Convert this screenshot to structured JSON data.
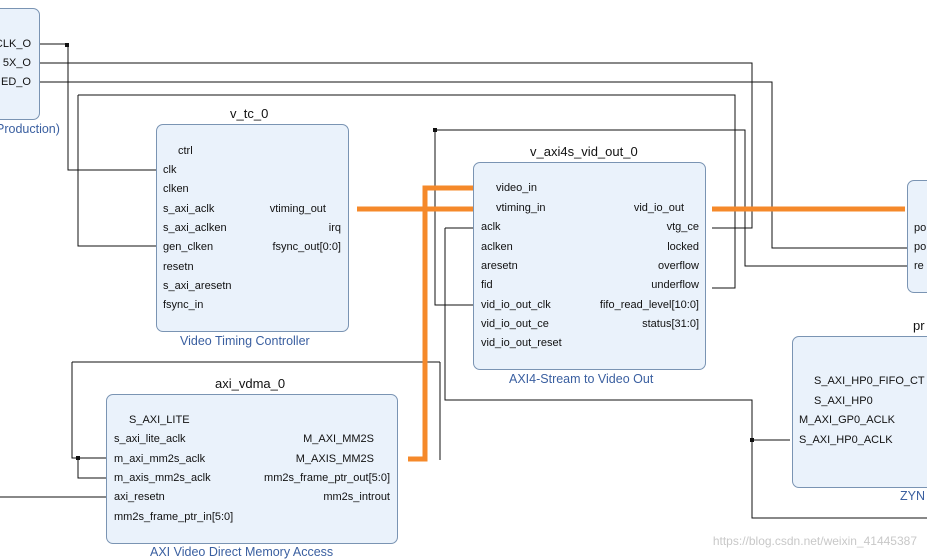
{
  "blocks": {
    "clk_left": {
      "pins": [
        "CLK_O",
        "5X_O",
        "ED_O"
      ],
      "sub": "Production)"
    },
    "v_tc": {
      "title": "v_tc_0",
      "subtitle": "Video Timing Controller",
      "left_pins": [
        "ctrl",
        "clk",
        "clken",
        "s_axi_aclk",
        "s_axi_aclken",
        "gen_clken",
        "resetn",
        "s_axi_aresetn",
        "fsync_in"
      ],
      "right_pins": [
        "vtiming_out",
        "irq",
        "fsync_out[0:0]"
      ]
    },
    "vid_out": {
      "title": "v_axi4s_vid_out_0",
      "subtitle": "AXI4-Stream to Video Out",
      "left_pins": [
        "video_in",
        "vtiming_in",
        "aclk",
        "aclken",
        "aresetn",
        "fid",
        "vid_io_out_clk",
        "vid_io_out_ce",
        "vid_io_out_reset"
      ],
      "right_pins": [
        "vid_io_out",
        "vtg_ce",
        "locked",
        "overflow",
        "underflow",
        "fifo_read_level[10:0]",
        "status[31:0]"
      ]
    },
    "vdma": {
      "title": "axi_vdma_0",
      "subtitle": "AXI Video Direct Memory Access",
      "left_pins": [
        "S_AXI_LITE",
        "s_axi_lite_aclk",
        "m_axi_mm2s_aclk",
        "m_axis_mm2s_aclk",
        "axi_resetn",
        "mm2s_frame_ptr_in[5:0]"
      ],
      "right_pins": [
        "M_AXI_MM2S",
        "M_AXIS_MM2S",
        "mm2s_frame_ptr_out[5:0]",
        "mm2s_introut"
      ]
    },
    "zynq": {
      "title": "pr",
      "subtitle": "ZYN",
      "pins": [
        "S_AXI_HP0_FIFO_CT",
        "S_AXI_HP0",
        "M_AXI_GP0_ACLK",
        "S_AXI_HP0_ACLK"
      ]
    },
    "right_block": {
      "pins": [
        "po",
        "po",
        "re"
      ]
    }
  },
  "watermark": "https://blog.csdn.net/weixin_41445387",
  "colors": {
    "block_fill": "#eaf2fb",
    "block_border": "#7a94b3",
    "bus": "#f5892a",
    "wire": "#111111",
    "subtitle": "#3a5fa0"
  }
}
